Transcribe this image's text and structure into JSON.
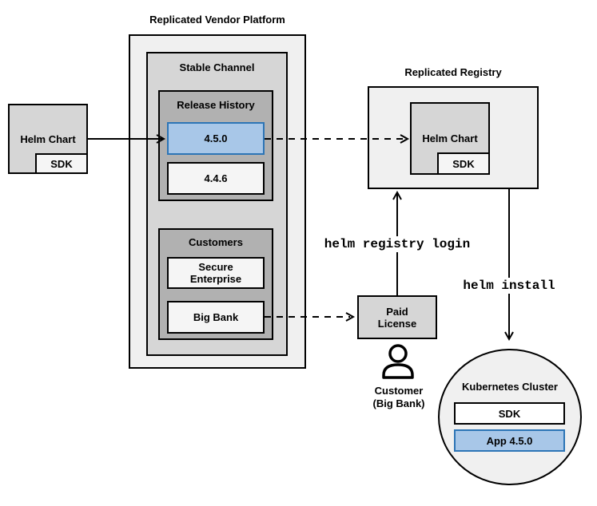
{
  "vendor_platform": {
    "title": "Replicated Vendor Platform",
    "stable_channel": {
      "title": "Stable Channel",
      "release_history": {
        "title": "Release History",
        "current_version": "4.5.0",
        "previous_version": "4.4.6"
      },
      "customers": {
        "title": "Customers",
        "customer1": "Secure Enterprise",
        "customer2": "Big Bank"
      }
    }
  },
  "source_helm_chart": {
    "label": "Helm Chart",
    "sdk": "SDK"
  },
  "registry": {
    "title": "Replicated Registry",
    "helm_chart": "Helm Chart",
    "sdk": "SDK"
  },
  "paid_license": {
    "label": "Paid License"
  },
  "customer_persona": {
    "label": "Customer\n(Big Bank)"
  },
  "kubernetes": {
    "title": "Kubernetes Cluster",
    "sdk": "SDK",
    "app": "App 4.5.0"
  },
  "commands": {
    "registry_login": "helm registry login",
    "install": "helm install"
  },
  "colors": {
    "highlight_fill": "#A8C7E8",
    "highlight_border": "#2D75B6",
    "highlight_text": "#17568F",
    "box_light": "#F0F0F0",
    "box_medium": "#D6D6D6",
    "box_dark": "#B1B1B1",
    "box_pale": "#F5F5F5",
    "line": "#000000"
  }
}
